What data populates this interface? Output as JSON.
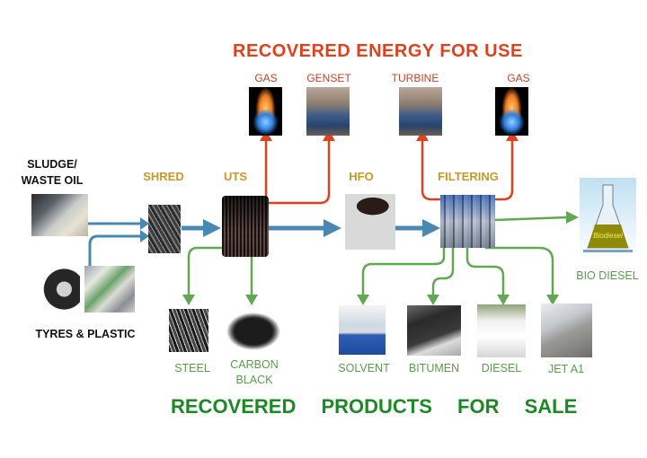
{
  "titles": {
    "energy": "RECOVERED ENERGY FOR USE",
    "products": "RECOVERED PRODUCTS FOR SALE"
  },
  "energy_outputs": [
    {
      "label": "GAS",
      "icon": "gas-flame"
    },
    {
      "label": "GENSET",
      "icon": "genset-machine"
    },
    {
      "label": "TURBINE",
      "icon": "turbine-machine"
    },
    {
      "label": "GAS",
      "icon": "gas-flame"
    }
  ],
  "inputs": {
    "sludge": {
      "label_line1": "SLUDGE/",
      "label_line2": "WASTE OIL"
    },
    "tyres": {
      "label": "TYRES & PLASTIC"
    }
  },
  "stages": {
    "shred": "SHRED",
    "uts": "UTS",
    "hfo": "HFO",
    "filtering": "FILTERING"
  },
  "products": [
    {
      "label": "STEEL"
    },
    {
      "label_line1": "CARBON",
      "label_line2": "BLACK"
    },
    {
      "label": "SOLVENT"
    },
    {
      "label": "BITUMEN"
    },
    {
      "label": "DIESEL"
    },
    {
      "label": "JET A1"
    },
    {
      "label": "BIO DIESEL",
      "flask_text": "Biodiesel"
    }
  ],
  "colors": {
    "energy_red": "#e0401e",
    "flow_blue": "#4a88b4",
    "product_green": "#62a852",
    "stage_gold": "#c9962a",
    "products_title_green": "#1c8a24"
  }
}
